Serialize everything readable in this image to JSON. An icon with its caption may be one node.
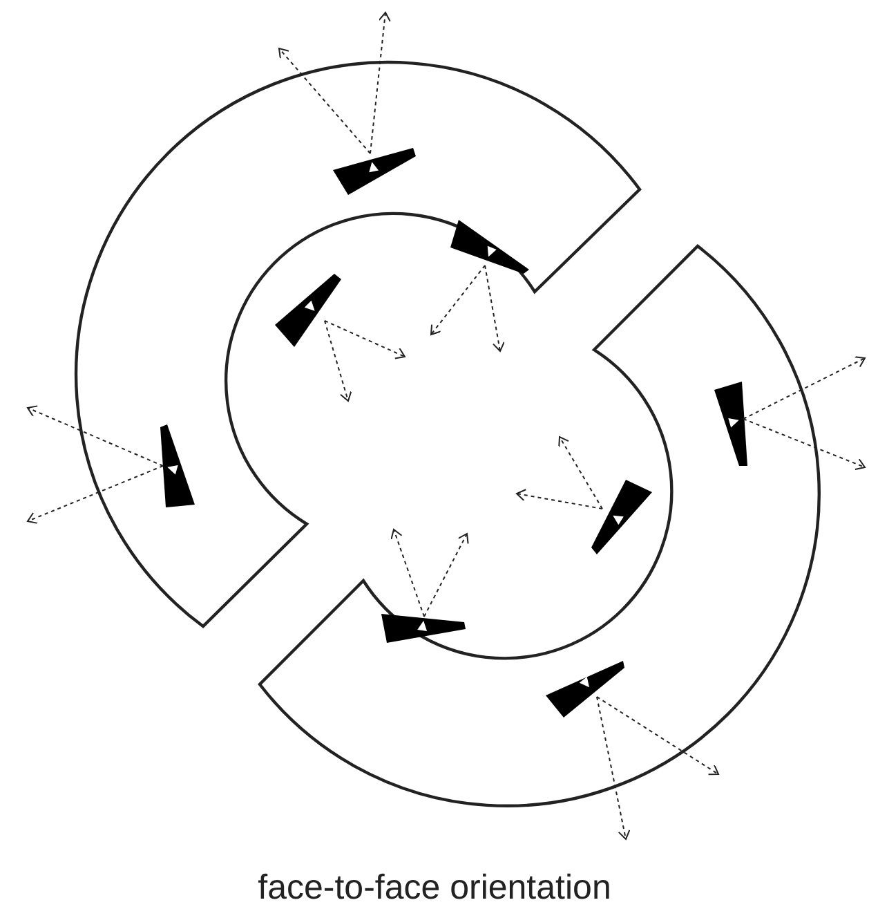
{
  "diagram": {
    "caption": "face-to-face orientation",
    "nodes": [
      {
        "text": [],
        "shape": "band"
      },
      {
        "text": [],
        "shape": "band"
      },
      {
        "text": [],
        "shape": "trapezoid",
        "in": 0
      },
      {
        "text": [],
        "shape": "trapezoid",
        "in": 0
      },
      {
        "text": [],
        "shape": "trapezoid",
        "in": 0
      },
      {
        "text": [],
        "shape": "trapezoid",
        "in": 0
      },
      {
        "text": [],
        "shape": "trapezoid",
        "in": 1
      },
      {
        "text": [],
        "shape": "trapezoid",
        "in": 1
      },
      {
        "text": [],
        "shape": "trapezoid",
        "in": 1
      },
      {
        "text": [],
        "shape": "trapezoid",
        "in": 1
      }
    ],
    "edges": [
      {
        "from": 2,
        "to": null,
        "arrow": "to",
        "style": "dashed"
      },
      {
        "from": 2,
        "to": null,
        "arrow": "to",
        "style": "dashed"
      },
      {
        "from": 3,
        "to": null,
        "arrow": "to",
        "style": "dashed"
      },
      {
        "from": 3,
        "to": null,
        "arrow": "to",
        "style": "dashed"
      },
      {
        "from": 4,
        "to": null,
        "arrow": "to",
        "style": "dashed"
      },
      {
        "from": 4,
        "to": null,
        "arrow": "to",
        "style": "dashed"
      },
      {
        "from": 5,
        "to": null,
        "arrow": "to",
        "style": "dashed"
      },
      {
        "from": 5,
        "to": null,
        "arrow": "to",
        "style": "dashed"
      },
      {
        "from": 6,
        "to": null,
        "arrow": "to",
        "style": "dashed"
      },
      {
        "from": 6,
        "to": null,
        "arrow": "to",
        "style": "dashed"
      },
      {
        "from": 7,
        "to": null,
        "arrow": "to",
        "style": "dashed"
      },
      {
        "from": 7,
        "to": null,
        "arrow": "to",
        "style": "dashed"
      },
      {
        "from": 8,
        "to": null,
        "arrow": "to",
        "style": "dashed"
      },
      {
        "from": 8,
        "to": null,
        "arrow": "to",
        "style": "dashed"
      },
      {
        "from": 9,
        "to": null,
        "arrow": "to",
        "style": "dashed"
      },
      {
        "from": 9,
        "to": null,
        "arrow": "to",
        "style": "dashed"
      }
    ]
  }
}
